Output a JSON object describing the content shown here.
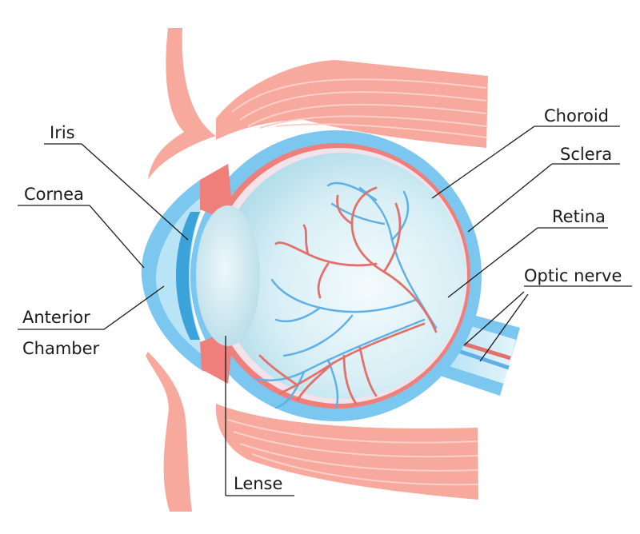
{
  "labels": {
    "iris": "Iris",
    "cornea": "Cornea",
    "anterior_chamber_line1": "Anterior",
    "anterior_chamber_line2": "Chamber",
    "lense": "Lense",
    "choroid": "Choroid",
    "sclera": "Sclera",
    "retina": "Retina",
    "optic_nerve": "Optic nerve"
  },
  "colors": {
    "muscle": "#f8a99e",
    "muscle_stripe": "#fbd0c9",
    "sclera": "#7cc7ef",
    "choroid": "#ef7f7a",
    "vitreous": "#dff1f6",
    "lens": "#cde9f0",
    "vein": "#5fb0e8",
    "artery": "#e2706b",
    "iris": "#3ba3da",
    "cornea": "#b9e3f6"
  }
}
